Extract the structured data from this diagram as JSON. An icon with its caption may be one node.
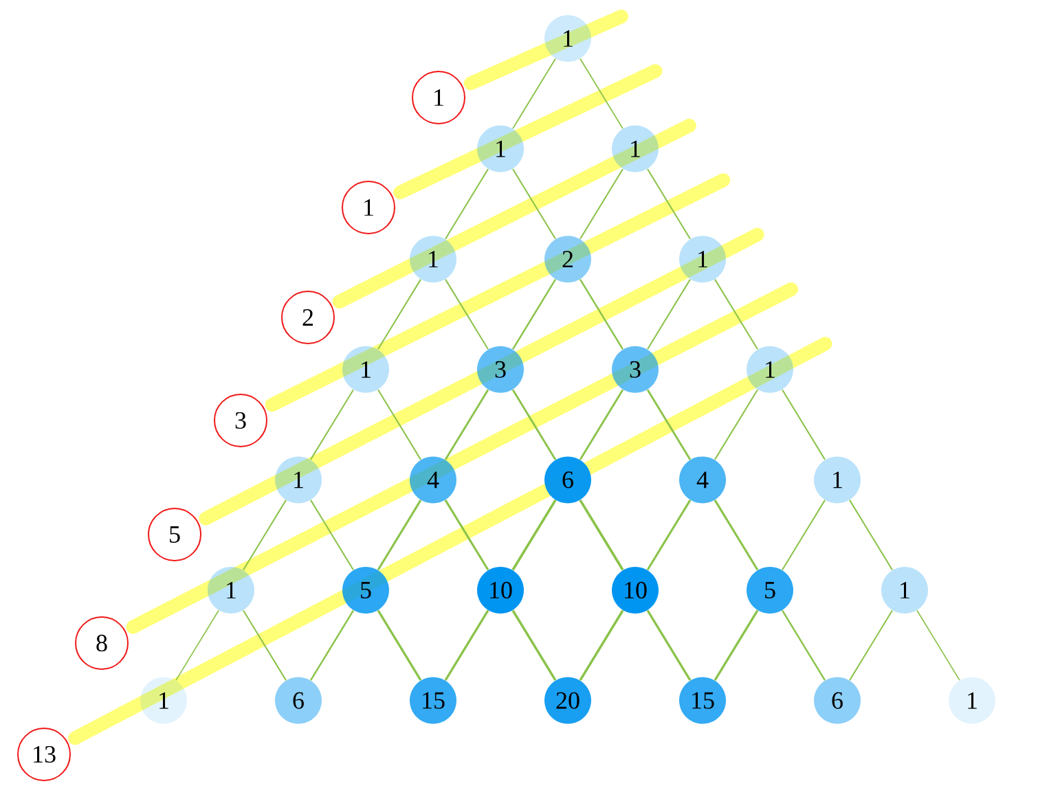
{
  "diagram": {
    "nodes": [
      {
        "text": [
          "1"
        ]
      },
      {
        "text": [
          "1"
        ]
      },
      {
        "text": [
          "1"
        ]
      },
      {
        "text": [
          "1"
        ]
      },
      {
        "text": [
          "1"
        ]
      },
      {
        "text": [
          "1"
        ]
      },
      {
        "text": [
          "2"
        ]
      },
      {
        "text": [
          "1"
        ]
      },
      {
        "text": [
          "2"
        ]
      },
      {
        "text": [
          "1"
        ]
      },
      {
        "text": [
          "3"
        ]
      },
      {
        "text": [
          "3"
        ]
      },
      {
        "text": [
          "1"
        ]
      },
      {
        "text": [
          "3"
        ]
      },
      {
        "text": [
          "1"
        ]
      },
      {
        "text": [
          "4"
        ]
      },
      {
        "text": [
          "6"
        ]
      },
      {
        "text": [
          "4"
        ]
      },
      {
        "text": [
          "1"
        ]
      },
      {
        "text": [
          "5"
        ]
      },
      {
        "text": [
          "1"
        ]
      },
      {
        "text": [
          "5"
        ]
      },
      {
        "text": [
          "10"
        ]
      },
      {
        "text": [
          "10"
        ]
      },
      {
        "text": [
          "5"
        ]
      },
      {
        "text": [
          "1"
        ]
      },
      {
        "text": [
          "8"
        ]
      },
      {
        "text": [
          "1"
        ]
      },
      {
        "text": [
          "6"
        ]
      },
      {
        "text": [
          "15"
        ]
      },
      {
        "text": [
          "20"
        ]
      },
      {
        "text": [
          "15"
        ]
      },
      {
        "text": [
          "6"
        ]
      },
      {
        "text": [
          "1"
        ]
      },
      {
        "text": [
          "13"
        ]
      }
    ],
    "edges": [
      {
        "from": 0,
        "to": 2,
        "arrow": "none"
      },
      {
        "from": 0,
        "to": 3,
        "arrow": "none"
      },
      {
        "from": 2,
        "to": 5,
        "arrow": "none"
      },
      {
        "from": 2,
        "to": 6,
        "arrow": "none"
      },
      {
        "from": 3,
        "to": 6,
        "arrow": "none"
      },
      {
        "from": 3,
        "to": 7,
        "arrow": "none"
      },
      {
        "from": 5,
        "to": 9,
        "arrow": "none"
      },
      {
        "from": 5,
        "to": 10,
        "arrow": "none"
      },
      {
        "from": 6,
        "to": 10,
        "arrow": "none"
      },
      {
        "from": 6,
        "to": 11,
        "arrow": "none"
      },
      {
        "from": 7,
        "to": 11,
        "arrow": "none"
      },
      {
        "from": 7,
        "to": 12,
        "arrow": "none"
      },
      {
        "from": 9,
        "to": 14,
        "arrow": "none"
      },
      {
        "from": 9,
        "to": 15,
        "arrow": "none"
      },
      {
        "from": 10,
        "to": 15,
        "arrow": "none"
      },
      {
        "from": 10,
        "to": 16,
        "arrow": "none"
      },
      {
        "from": 11,
        "to": 16,
        "arrow": "none"
      },
      {
        "from": 11,
        "to": 17,
        "arrow": "none"
      },
      {
        "from": 12,
        "to": 17,
        "arrow": "none"
      },
      {
        "from": 12,
        "to": 18,
        "arrow": "none"
      },
      {
        "from": 14,
        "to": 20,
        "arrow": "none"
      },
      {
        "from": 14,
        "to": 21,
        "arrow": "none"
      },
      {
        "from": 15,
        "to": 21,
        "arrow": "none"
      },
      {
        "from": 15,
        "to": 22,
        "arrow": "none"
      },
      {
        "from": 16,
        "to": 22,
        "arrow": "none"
      },
      {
        "from": 16,
        "to": 23,
        "arrow": "none"
      },
      {
        "from": 17,
        "to": 23,
        "arrow": "none"
      },
      {
        "from": 17,
        "to": 24,
        "arrow": "none"
      },
      {
        "from": 18,
        "to": 24,
        "arrow": "none"
      },
      {
        "from": 18,
        "to": 25,
        "arrow": "none"
      },
      {
        "from": 20,
        "to": 27,
        "arrow": "none"
      },
      {
        "from": 20,
        "to": 28,
        "arrow": "none"
      },
      {
        "from": 21,
        "to": 28,
        "arrow": "none"
      },
      {
        "from": 21,
        "to": 29,
        "arrow": "none"
      },
      {
        "from": 22,
        "to": 29,
        "arrow": "none"
      },
      {
        "from": 22,
        "to": 30,
        "arrow": "none"
      },
      {
        "from": 23,
        "to": 30,
        "arrow": "none"
      },
      {
        "from": 23,
        "to": 31,
        "arrow": "none"
      },
      {
        "from": 24,
        "to": 31,
        "arrow": "none"
      },
      {
        "from": 24,
        "to": 32,
        "arrow": "none"
      },
      {
        "from": 25,
        "to": 32,
        "arrow": "none"
      },
      {
        "from": 25,
        "to": 33,
        "arrow": "none"
      },
      {
        "from": 1,
        "to": null,
        "arrow": "none",
        "style": "thick",
        "color": "#ffff77"
      },
      {
        "from": 4,
        "to": null,
        "arrow": "none",
        "style": "thick",
        "color": "#ffff77"
      },
      {
        "from": 8,
        "to": null,
        "arrow": "none",
        "style": "thick",
        "color": "#ffff77"
      },
      {
        "from": 13,
        "to": null,
        "arrow": "none",
        "style": "thick",
        "color": "#ffff77"
      },
      {
        "from": 19,
        "to": null,
        "arrow": "none",
        "style": "thick",
        "color": "#ffff77"
      },
      {
        "from": 26,
        "to": null,
        "arrow": "none",
        "style": "thick",
        "color": "#ffff77"
      },
      {
        "from": 34,
        "to": null,
        "arrow": "none",
        "style": "thick",
        "color": "#ffff77"
      }
    ]
  }
}
